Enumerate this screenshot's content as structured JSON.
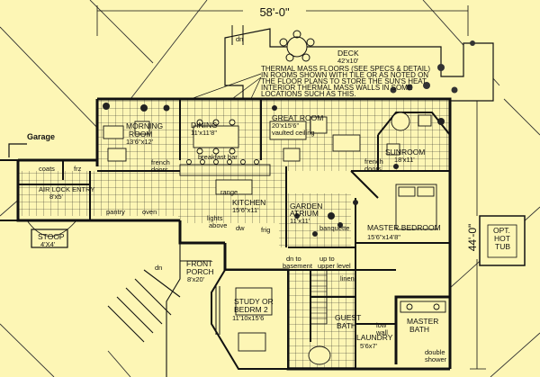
{
  "dimensions": {
    "width_label": "58'-0\"",
    "depth_label": "44'-0\""
  },
  "labels": {
    "garage": "Garage",
    "deck": "DECK",
    "deck_size": "42'x10'",
    "thermal_note": [
      "THERMAL MASS FLOORS (SEE SPECS & DETAIL)",
      "IN ROOMS SHOWN WITH TILE OR AS NOTED ON",
      "THE FLOOR PLANS TO STORE THE SUN'S HEAT",
      "INTERIOR THERMAL MASS WALLS IN SOME",
      "LOCATIONS SUCH AS THIS."
    ],
    "morning_room": "MORNING",
    "morning_room_2": "ROOM",
    "morning_size": "13'6\"x12'",
    "dining": "DINING",
    "dining_size": "11'x11'8\"",
    "great_room": "GREAT ROOM",
    "great_size": "20'x15'6\"",
    "great_note": "vaulted ceiling",
    "sunroom": "SUNROOM",
    "sunroom_size": "18'x11'",
    "breakfast_bar": "breakfast bar",
    "french_doors_1": "french",
    "french_doors_1b": "doors",
    "french_doors_2": "french",
    "french_doors_2b": "doors",
    "coats": "coats",
    "frz": "frz",
    "airlock": "AIR LOCK ENTRY",
    "airlock_size": "8'x5'",
    "pantry": "pantry",
    "oven": "oven",
    "range": "range",
    "kitchen": "KITCHEN",
    "kitchen_size": "15'6\"x11'",
    "lights_above": "lights",
    "lights_above_2": "above",
    "dw": "dw",
    "frig": "frig",
    "stoop": "STOOP",
    "stoop_size": "4'X4'",
    "garden": "GARDEN",
    "atrium": "ATRIUM",
    "atrium_size": "11'x11'",
    "banquette": "banquette",
    "master_bedroom": "MASTER BEDROOM",
    "master_size": "15'6\"x14'8\"",
    "front_porch": "FRONT",
    "front_porch_2": "PORCH",
    "porch_size": "8'x20'",
    "dn": "dn",
    "up_to": "up to",
    "up_to_2": "upper level",
    "dn_to": "dn to",
    "dn_to_2": "basement",
    "linen": "linen",
    "study": "STUDY OR",
    "study_2": "BEDRM 2",
    "study_size": "11'10x15'6",
    "guest_bath": "GUEST",
    "guest_bath_2": "BATH",
    "laundry": "LAUNDRY",
    "laundry_size": "5'6x7'",
    "master_bath": "MASTER",
    "master_bath_2": "BATH",
    "low_wall": "low",
    "low_wall_2": "wall",
    "double_shower": "double",
    "double_shower_2": "shower",
    "hot_tub": "OPT.",
    "hot_tub_2": "HOT",
    "hot_tub_3": "TUB"
  }
}
